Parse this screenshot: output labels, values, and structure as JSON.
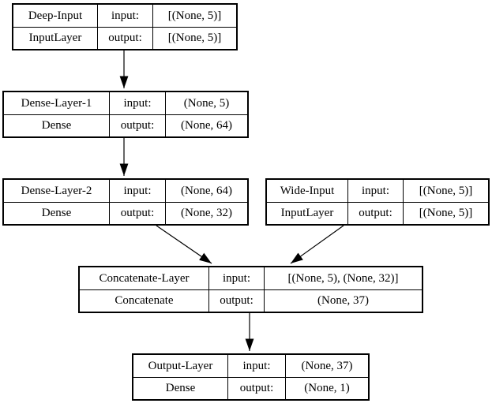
{
  "diagram": {
    "kind": "neural-network-layer-graph",
    "colors": {
      "background": "#ffffff",
      "line": "#000000",
      "text": "#000000"
    },
    "nodes": [
      {
        "id": "deep-input",
        "title": "Deep-Input",
        "layer_type": "InputLayer",
        "input_label": "input:",
        "output_label": "output:",
        "input_shape": "[(None, 5)]",
        "output_shape": "[(None, 5)]"
      },
      {
        "id": "dense-layer-1",
        "title": "Dense-Layer-1",
        "layer_type": "Dense",
        "input_label": "input:",
        "output_label": "output:",
        "input_shape": "(None, 5)",
        "output_shape": "(None, 64)"
      },
      {
        "id": "dense-layer-2",
        "title": "Dense-Layer-2",
        "layer_type": "Dense",
        "input_label": "input:",
        "output_label": "output:",
        "input_shape": "(None, 64)",
        "output_shape": "(None, 32)"
      },
      {
        "id": "wide-input",
        "title": "Wide-Input",
        "layer_type": "InputLayer",
        "input_label": "input:",
        "output_label": "output:",
        "input_shape": "[(None, 5)]",
        "output_shape": "[(None, 5)]"
      },
      {
        "id": "concatenate-layer",
        "title": "Concatenate-Layer",
        "layer_type": "Concatenate",
        "input_label": "input:",
        "output_label": "output:",
        "input_shape": "[(None, 5), (None, 32)]",
        "output_shape": "(None, 37)"
      },
      {
        "id": "output-layer",
        "title": "Output-Layer",
        "layer_type": "Dense",
        "input_label": "input:",
        "output_label": "output:",
        "input_shape": "(None, 37)",
        "output_shape": "(None, 1)"
      }
    ],
    "edges": [
      {
        "from": "Deep-Input",
        "to": "Dense-Layer-1"
      },
      {
        "from": "Dense-Layer-1",
        "to": "Dense-Layer-2"
      },
      {
        "from": "Dense-Layer-2",
        "to": "Concatenate-Layer"
      },
      {
        "from": "Wide-Input",
        "to": "Concatenate-Layer"
      },
      {
        "from": "Concatenate-Layer",
        "to": "Output-Layer"
      }
    ]
  }
}
